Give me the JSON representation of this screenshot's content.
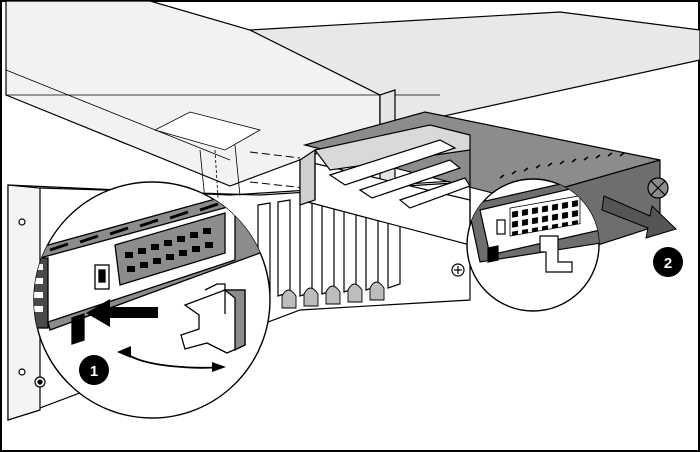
{
  "diagram": {
    "callouts": [
      {
        "id": "step-1",
        "label": "1"
      },
      {
        "id": "step-2",
        "label": "2"
      }
    ],
    "colors": {
      "line": "#000000",
      "panel": "#ffffff",
      "shade": "#8c8c8c",
      "dark": "#4a4a4a",
      "callout_fill": "#000000"
    }
  }
}
